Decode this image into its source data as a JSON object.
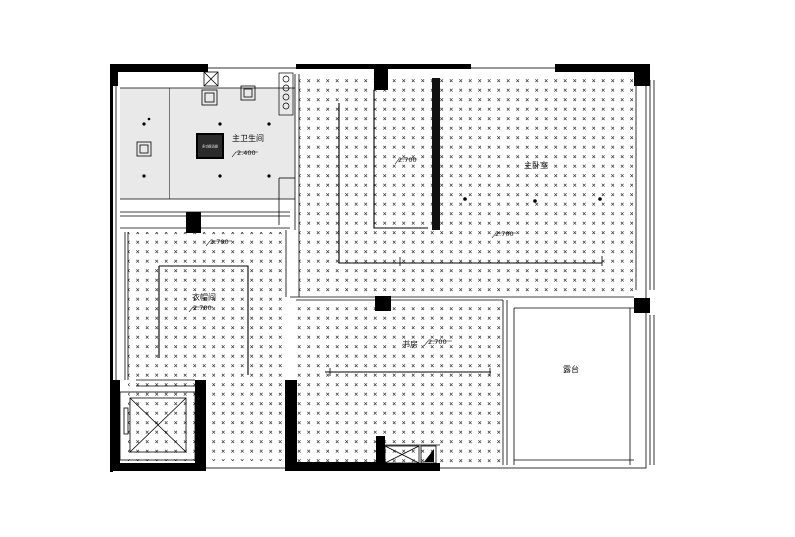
{
  "rooms": {
    "master_bath": {
      "label": "主卫生间",
      "height": "2.400"
    },
    "master_bedroom": {
      "label": "主卧室",
      "height": "2.700",
      "height_secondary": "2.700"
    },
    "dressing_room": {
      "label": "衣帽间",
      "height": "2.700",
      "height_secondary": "2.700"
    },
    "study": {
      "label": "书房",
      "height": "2.700"
    },
    "terrace": {
      "label": "露台"
    }
  },
  "fixtures": {
    "heater_panel": {
      "label": "多功能浴霸"
    }
  },
  "colors": {
    "wall": "#000000",
    "background": "#ffffff",
    "bath_fill": "#e9e9e9",
    "pattern_mark": "#3a3a3a"
  },
  "icons": {
    "ceiling_x_pattern": "ceiling-x-pattern",
    "downlight": "downlight-icon",
    "exhaust_fan": "exhaust-fan-icon",
    "bath_heater": "bath-heater-icon",
    "elevator_shaft": "elevator-shaft-icon"
  }
}
